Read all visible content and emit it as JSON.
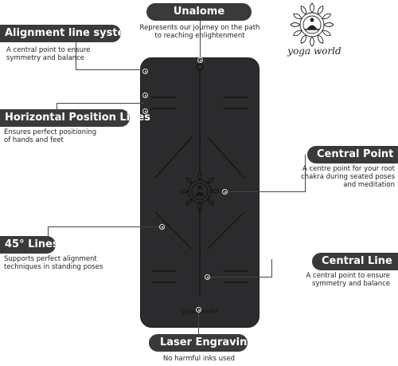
{
  "brand": {
    "name": "yoga world",
    "logo_icon": "lotus-mandala-meditation-icon"
  },
  "callouts": {
    "unalome": {
      "title": "Unalome",
      "description": [
        "Represents our journey on the path",
        "to reaching enlightenment"
      ]
    },
    "alignment_line_system": {
      "title": "Alignment line system",
      "description": [
        "A central point to ensure",
        "symmetry and balance"
      ]
    },
    "horizontal_position_lines": {
      "title": "Horizontal Position Lines",
      "description": [
        "Ensures perfect positioning",
        "of hands and feet"
      ]
    },
    "central_point": {
      "title": "Central Point",
      "description": [
        "A centre point for your root",
        "chakra during seated poses",
        "and meditation"
      ]
    },
    "lines_45": {
      "title": "45° Lines",
      "description": [
        "Supports perfect alignment",
        "techniques in standing poses"
      ]
    },
    "central_line": {
      "title": "Central Line",
      "description": [
        "A central point to ensure",
        "symmetry and balance"
      ]
    },
    "laser_engraving": {
      "title": "Laser Engraving",
      "description": [
        "No harmful inks used"
      ]
    }
  },
  "mat": {
    "color": "#2b2b2d",
    "line_color": "#141414",
    "engraving_text": "yoga world"
  },
  "colors": {
    "pill_background": "#3a3a3a",
    "pill_text": "#ffffff",
    "connector": "#444444"
  }
}
